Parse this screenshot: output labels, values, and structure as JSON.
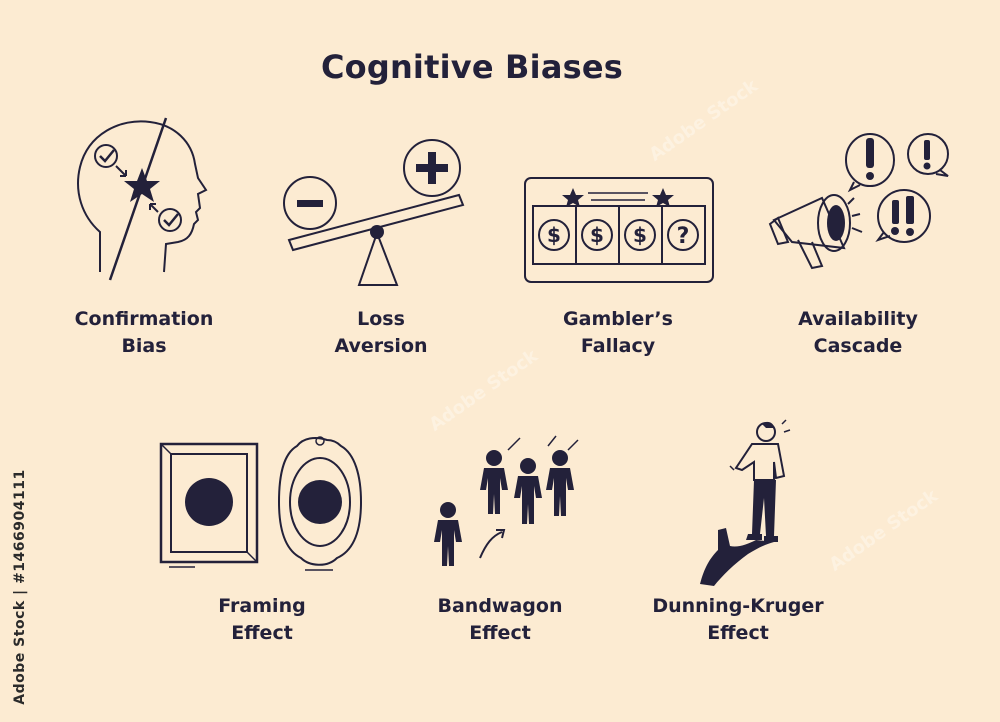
{
  "title": "Cognitive Biases",
  "ink_color": "#23213a",
  "background_color": "#fcebd2",
  "items": [
    {
      "line1": "Confirmation",
      "line2": "Bias",
      "icon": "head-profile-star-checkmarks-icon"
    },
    {
      "line1": "Loss",
      "line2": "Aversion",
      "icon": "seesaw-plus-minus-icon"
    },
    {
      "line1": "Gambler’s",
      "line2": "Fallacy",
      "icon": "slot-machine-dollar-question-icon"
    },
    {
      "line1": "Availability",
      "line2": "Cascade",
      "icon": "megaphone-exclamation-bubbles-icon"
    },
    {
      "line1": "Framing",
      "line2": "Effect",
      "icon": "picture-frames-icon"
    },
    {
      "line1": "Bandwagon",
      "line2": "Effect",
      "icon": "group-of-people-icon"
    },
    {
      "line1": "Dunning-Kruger",
      "line2": "Effect",
      "icon": "man-with-big-shadow-icon"
    }
  ],
  "credit": "Adobe Stock | #1466904111",
  "watermark": "Adobe Stock"
}
